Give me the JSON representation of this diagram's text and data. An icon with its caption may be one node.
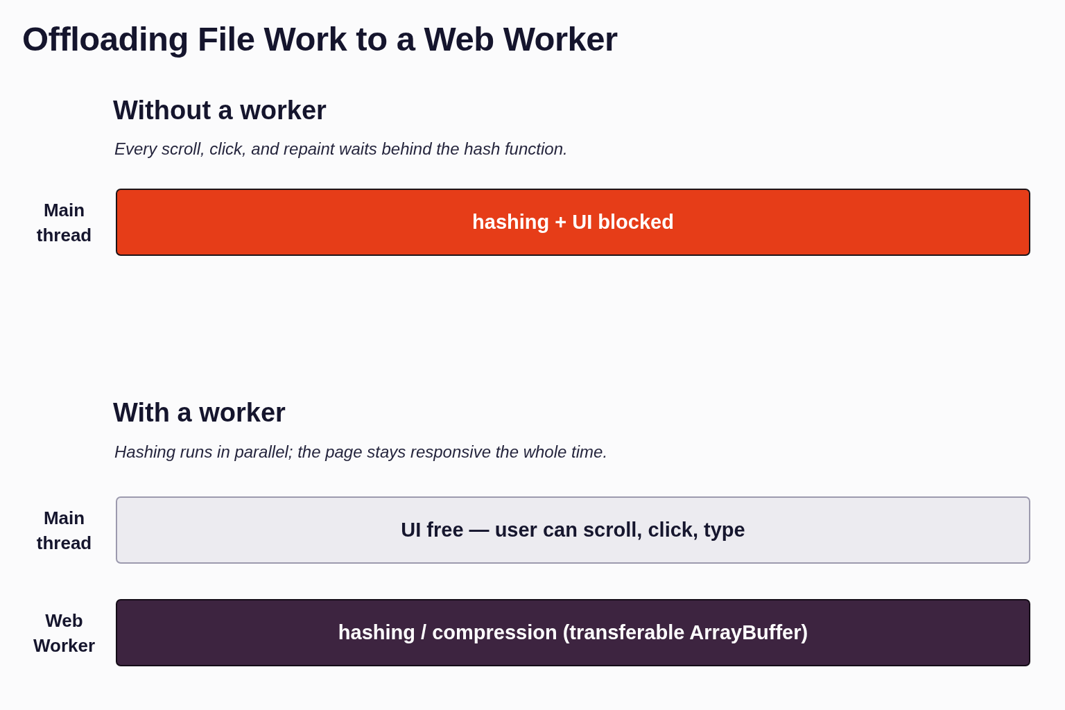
{
  "diagram": {
    "title": "Offloading File Work to a Web Worker",
    "nodes": [
      {
        "text": [
          "hashing + UI blocked"
        ],
        "beside": [
          "Main thread"
        ]
      },
      {
        "text": [
          "UI free — user can scroll, click, type"
        ],
        "beside": [
          "Main thread"
        ]
      },
      {
        "text": [
          "hashing / compression (transferable ArrayBuffer)"
        ],
        "beside": [
          "Web Worker"
        ]
      }
    ],
    "labels": [
      "Without a worker",
      "Every scroll, click, and repaint waits behind the hash function.",
      "With a worker",
      "Hashing runs in parallel; the page stays responsive the whole time."
    ]
  }
}
